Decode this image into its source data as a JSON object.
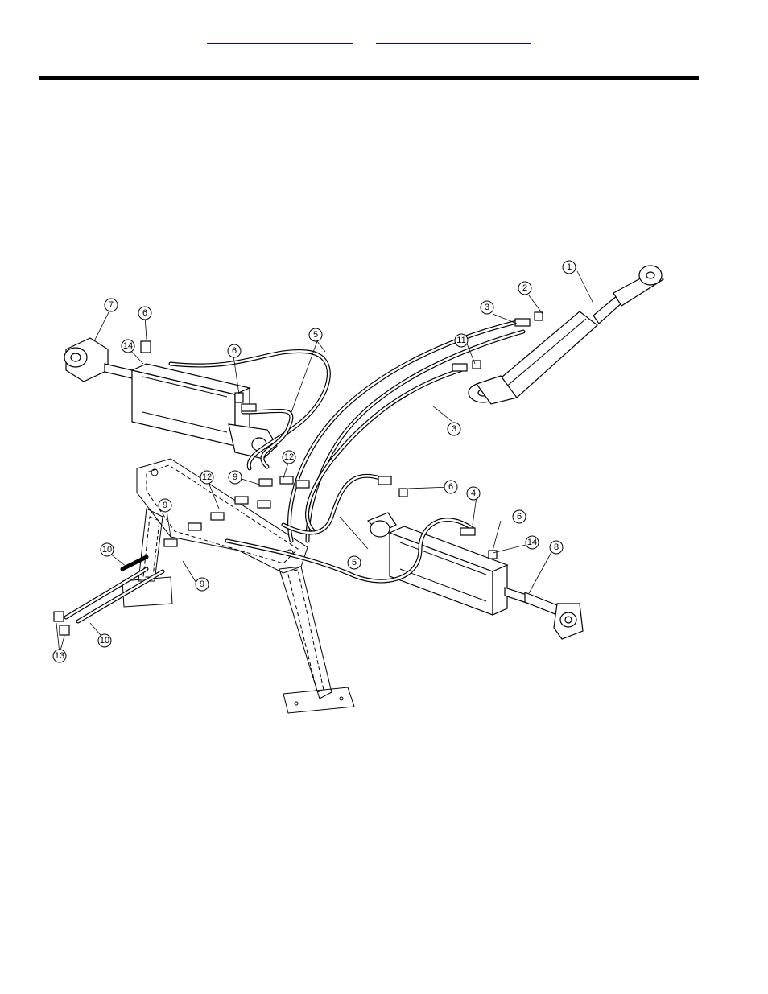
{
  "header": {
    "links": [
      {
        "label": ""
      },
      {
        "label": ""
      }
    ]
  },
  "figure": {
    "callouts": [
      {
        "label": "1"
      },
      {
        "label": "2"
      },
      {
        "label": "3"
      },
      {
        "label": "3"
      },
      {
        "label": "4"
      },
      {
        "label": "5"
      },
      {
        "label": "5"
      },
      {
        "label": "6"
      },
      {
        "label": "6"
      },
      {
        "label": "6"
      },
      {
        "label": "6"
      },
      {
        "label": "7"
      },
      {
        "label": "8"
      },
      {
        "label": "9"
      },
      {
        "label": "9"
      },
      {
        "label": "9"
      },
      {
        "label": "10"
      },
      {
        "label": "10"
      },
      {
        "label": "11"
      },
      {
        "label": "12"
      },
      {
        "label": "12"
      },
      {
        "label": "13"
      },
      {
        "label": "14"
      },
      {
        "label": "14"
      }
    ]
  }
}
